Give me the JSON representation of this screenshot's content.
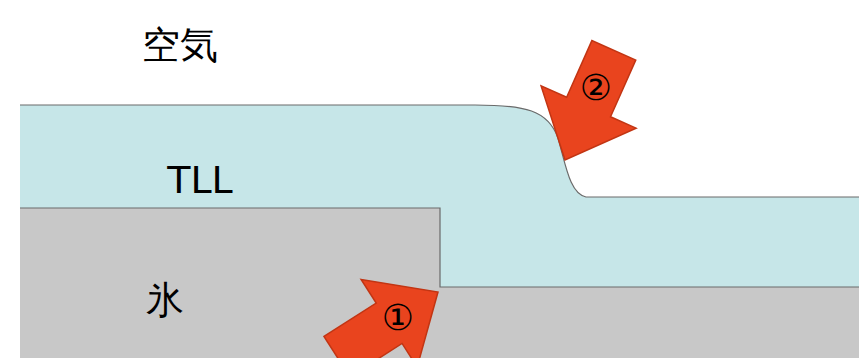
{
  "diagram": {
    "nodes": [
      {
        "text": [
          "TLL"
        ]
      },
      {
        "text": [
          "氷"
        ]
      }
    ],
    "labels": [
      "空気",
      "①",
      "②"
    ]
  }
}
